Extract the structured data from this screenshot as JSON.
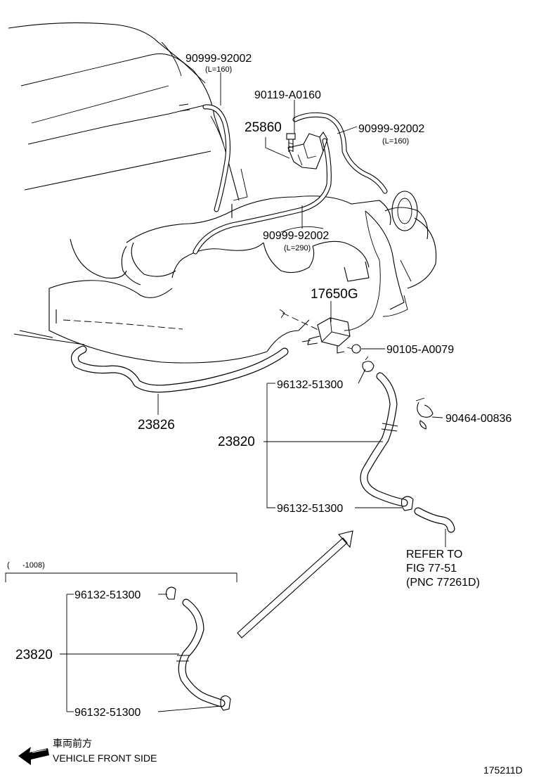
{
  "parts": {
    "hose_top_left": "90999-92002",
    "hose_top_left_len": "(L=160)",
    "bolt": "90119-A0160",
    "bracket": "25860",
    "hose_top_right": "90999-92002",
    "hose_top_right_len": "(L=160)",
    "hose_mid": "90999-92002",
    "hose_mid_len": "(L=290)",
    "vsv": "17650G",
    "screw": "90105-A0079",
    "clip_upper": "96132-51300",
    "clamp": "90464-00836",
    "hose_assy": "23820",
    "clip_lower": "96132-51300",
    "hose_front": "23826"
  },
  "refer": {
    "line1": "REFER TO",
    "line2": "FIG 77-51",
    "line3": "(PNC 77261D)"
  },
  "inset": {
    "range": "(      -1008)",
    "clip_upper": "96132-51300",
    "hose_assy": "23820",
    "clip_lower": "96132-51300"
  },
  "legend": {
    "jp": "車両前方",
    "en": "VEHICLE FRONT SIDE"
  },
  "figure_id": "175211D"
}
